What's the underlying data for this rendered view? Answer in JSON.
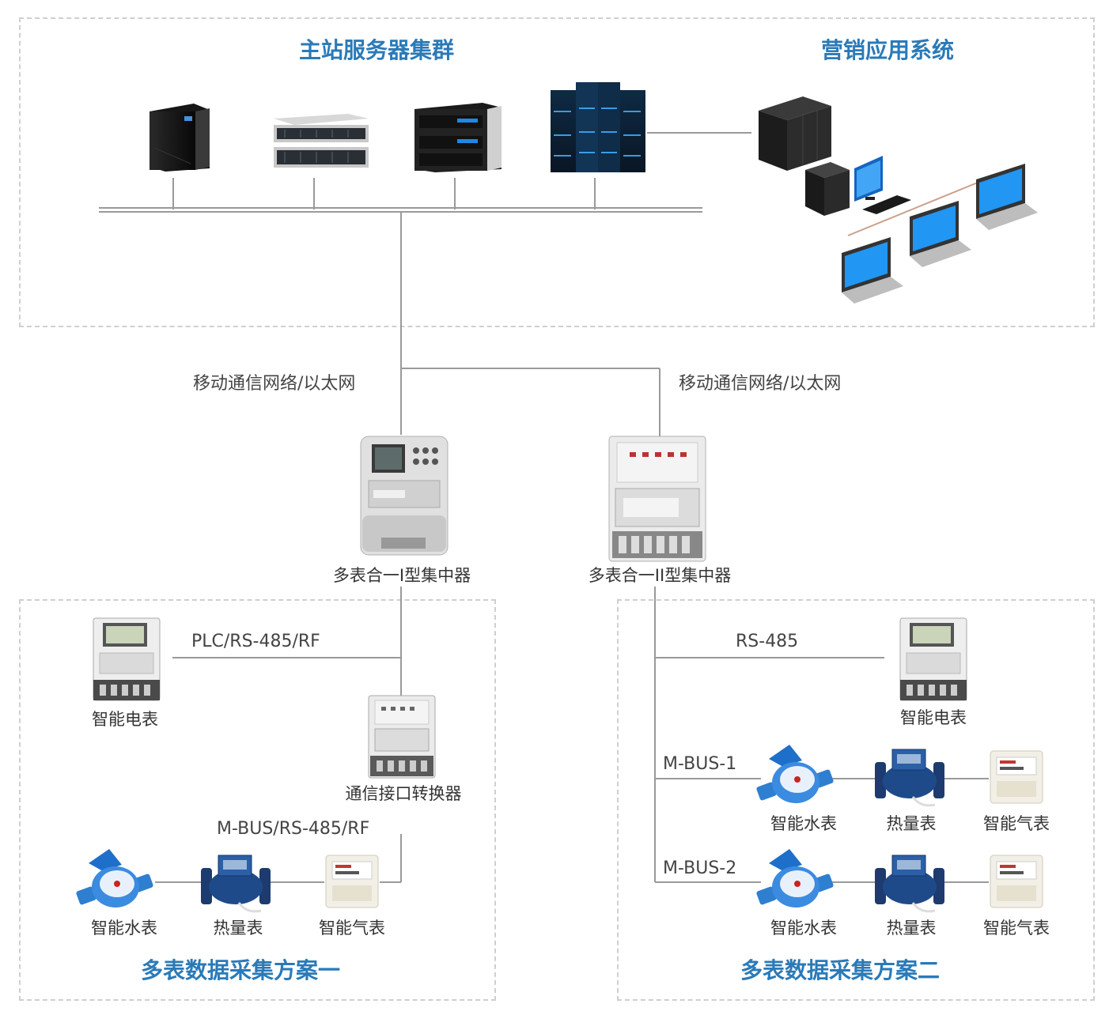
{
  "zones": {
    "master": {
      "title": "主站服务器集群"
    },
    "marketing": {
      "title": "营销应用系统"
    },
    "scheme1": {
      "title": "多表数据采集方案一"
    },
    "scheme2": {
      "title": "多表数据采集方案二"
    }
  },
  "links": {
    "net_left": "移动通信网络/以太网",
    "net_right": "移动通信网络/以太网",
    "plc": "PLC/RS-485/RF",
    "mbus_rs485_rf": "M-BUS/RS-485/RF",
    "rs485": "RS-485",
    "mbus1": "M-BUS-1",
    "mbus2": "M-BUS-2"
  },
  "devices": {
    "concentrator1": "多表合一I型集中器",
    "concentrator2": "多表合一II型集中器",
    "converter": "通信接口转换器",
    "s1_meter": "智能电表",
    "s1_water": "智能水表",
    "s1_heat": "热量表",
    "s1_gas": "智能气表",
    "s2_meter": "智能电表",
    "s2_row1_water": "智能水表",
    "s2_row1_heat": "热量表",
    "s2_row1_gas": "智能气表",
    "s2_row2_water": "智能水表",
    "s2_row2_heat": "热量表",
    "s2_row2_gas": "智能气表"
  },
  "colors": {
    "title": "#2a7ab8",
    "line": "#9a9a9a",
    "dashed": "#cfcfcf"
  }
}
